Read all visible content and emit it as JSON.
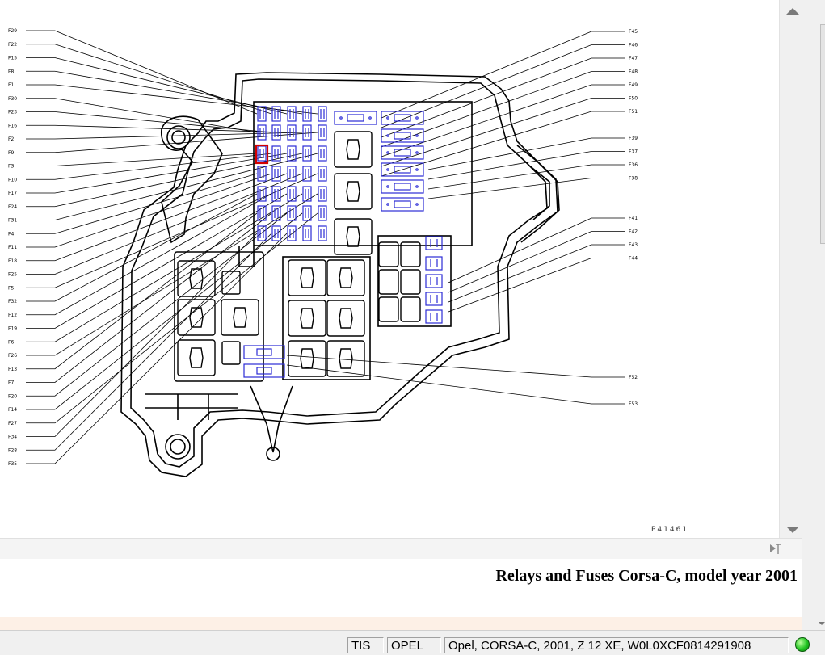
{
  "diagram": {
    "left_labels": [
      "F29",
      "F22",
      "F15",
      "F8",
      "F1",
      "F30",
      "F23",
      "F16",
      "F2",
      "F9",
      "F3",
      "F10",
      "F17",
      "F24",
      "F31",
      "F4",
      "F11",
      "F18",
      "F25",
      "F5",
      "F32",
      "F12",
      "F19",
      "F6",
      "F26",
      "F13",
      "F7",
      "F20",
      "F14",
      "F27",
      "F34",
      "F28",
      "F35"
    ],
    "right_top_labels": [
      "F45",
      "F46",
      "F47",
      "F48",
      "F49",
      "F50",
      "F51"
    ],
    "right_mid_labels": [
      "F39",
      "F37",
      "F36",
      "F38"
    ],
    "right_low_labels": [
      "F41",
      "F42",
      "F43",
      "F44"
    ],
    "right_bottom_labels": [
      "F52",
      "F53"
    ],
    "figure_code": "P41461"
  },
  "caption": "Relays and Fuses Corsa-C, model year 2001",
  "status": {
    "module": "TIS",
    "brand": "OPEL",
    "vehicle": "Opel, CORSA-C, 2001, Z 12 XE, W0L0XCF0814291908"
  },
  "colors": {
    "fuse_blue": "#2b2bd6",
    "highlight_red": "#d40000",
    "status_green": "#22c522"
  }
}
